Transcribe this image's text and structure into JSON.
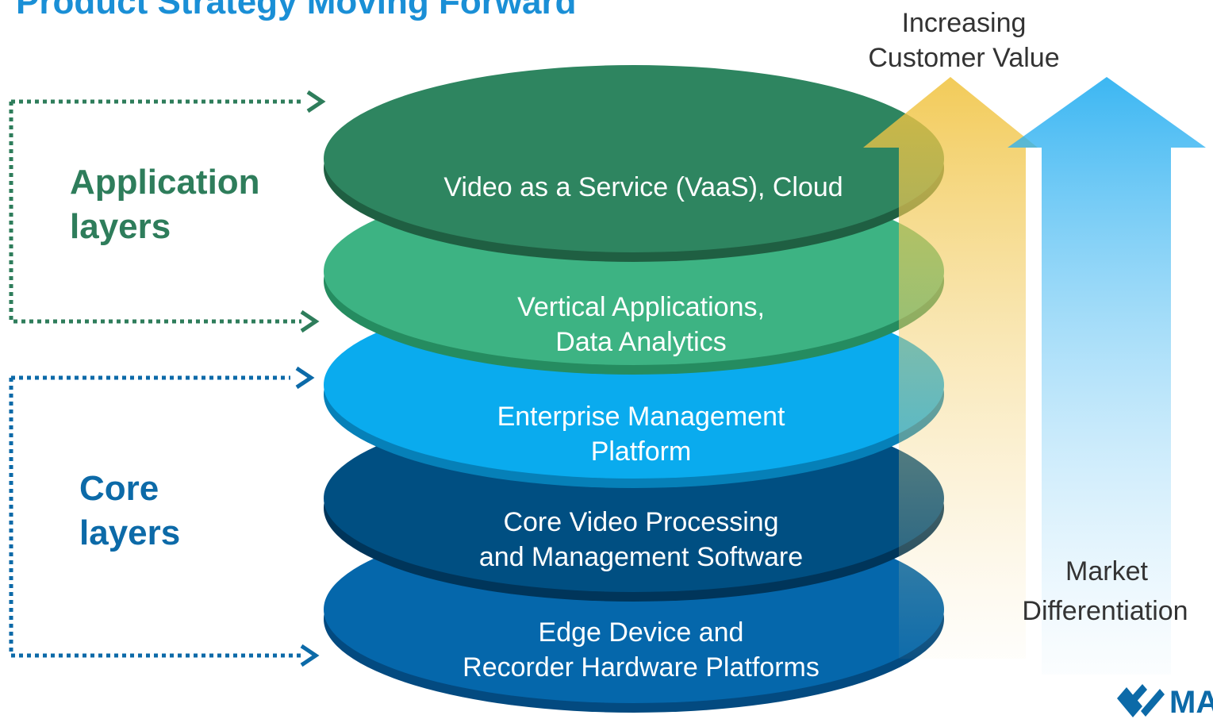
{
  "title": "Product Strategy Moving Forward",
  "groups": {
    "application": {
      "line1": "Application",
      "line2": "layers",
      "color": "#2e7d5b"
    },
    "core": {
      "line1": "Core",
      "line2": "layers",
      "color": "#0c6aa8"
    }
  },
  "layers": [
    {
      "line1": "Video as a Service (VaaS), Cloud",
      "line2": "",
      "color": "#2e8560"
    },
    {
      "line1": "Vertical Applications,",
      "line2": "Data Analytics",
      "color": "#3db383"
    },
    {
      "line1": "Enterprise Management",
      "line2": "Platform",
      "color": "#0aabee"
    },
    {
      "line1": "Core Video Processing",
      "line2": "and Management Software",
      "color": "#004f82"
    },
    {
      "line1": "Edge Device and",
      "line2": "Recorder Hardware Platforms",
      "color": "#0567ab"
    }
  ],
  "arrows": {
    "customer_value": {
      "line1": "Increasing",
      "line2": "Customer Value",
      "color": "#f0c23c"
    },
    "market_differentiation": {
      "line1": "Market",
      "line2": "Differentiation",
      "color": "#1aaaf0"
    }
  },
  "logo": {
    "text": "MA",
    "color": "#0c6aa8"
  }
}
